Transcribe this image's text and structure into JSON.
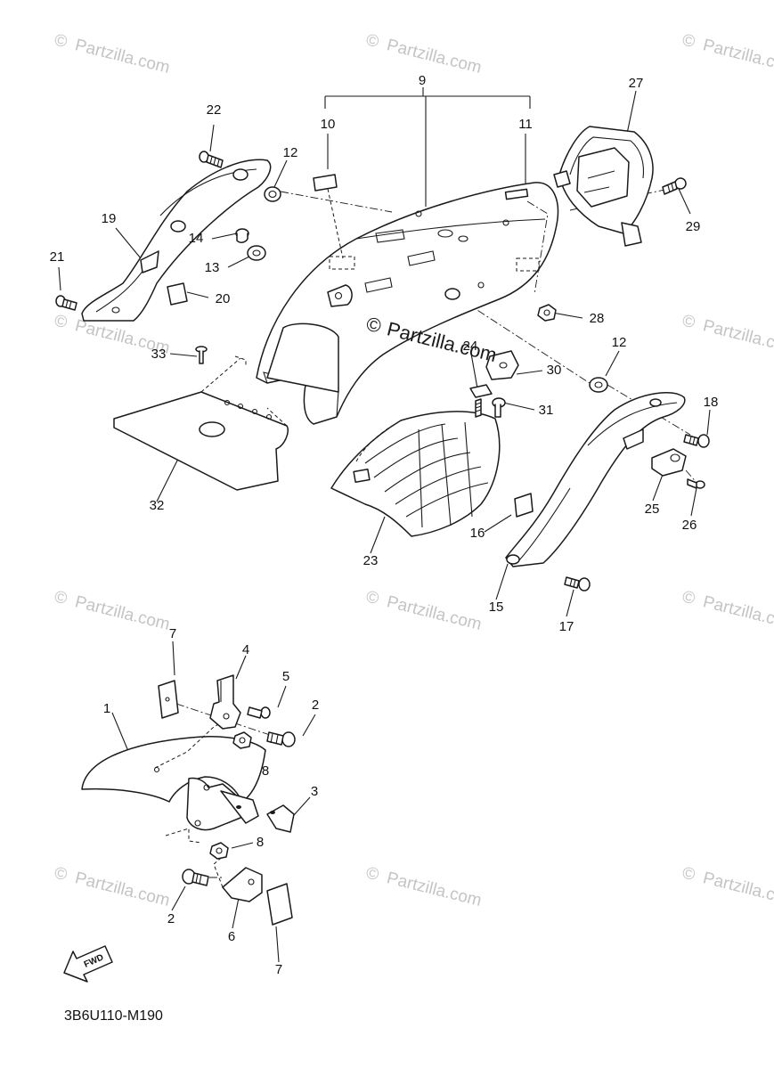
{
  "diagram": {
    "code": "3B6U110-M190",
    "fwd_label": "FWD",
    "watermark": "Partzilla.com",
    "watermark_symbol": "©",
    "callouts": {
      "c1": "1",
      "c2a": "2",
      "c2b": "2",
      "c3": "3",
      "c4": "4",
      "c5": "5",
      "c6": "6",
      "c7a": "7",
      "c7b": "7",
      "c8a": "8",
      "c8b": "8",
      "c9": "9",
      "c10": "10",
      "c11": "11",
      "c12a": "12",
      "c12b": "12",
      "c13": "13",
      "c14": "14",
      "c15": "15",
      "c16": "16",
      "c17": "17",
      "c18": "18",
      "c19": "19",
      "c20": "20",
      "c21": "21",
      "c22": "22",
      "c23": "23",
      "c24": "24",
      "c25": "25",
      "c26": "26",
      "c27": "27",
      "c28": "28",
      "c29": "29",
      "c30": "30",
      "c31": "31",
      "c32": "32",
      "c33": "33"
    }
  }
}
